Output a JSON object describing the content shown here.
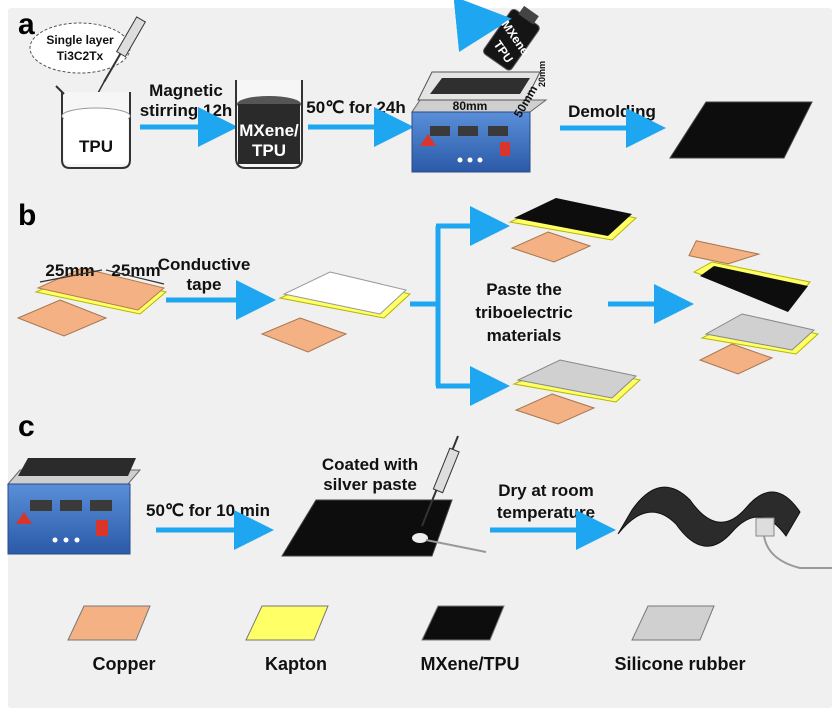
{
  "sections": {
    "a": "a",
    "b": "b",
    "c": "c"
  },
  "row_a": {
    "bubble_line1": "Single layer",
    "bubble_line2": "Ti3C2Tx",
    "beaker1": "TPU",
    "step1_line1": "Magnetic",
    "step1_line2": "stirring 12h",
    "beaker2_line1": "MXene/",
    "beaker2_line2": "TPU",
    "step2": "50℃ for 24h",
    "dim_width": "80mm",
    "dim_depth": "50mm",
    "dim_height": "20mm",
    "bottle_line1": "MXene",
    "bottle_line2": "TPU",
    "step3": "Demolding"
  },
  "row_b": {
    "dim1": "25mm",
    "dim2": "25mm",
    "step1_line1": "Conductive",
    "step1_line2": "tape",
    "step2_line1": "Paste the",
    "step2_line2": "triboelectric",
    "step2_line3": "materials"
  },
  "row_c": {
    "step1": "50℃ for 10 min",
    "step2_line1": "Coated with",
    "step2_line2": "silver paste",
    "step3_line1": "Dry at room",
    "step3_line2": "temperature"
  },
  "legend": [
    {
      "label": "Copper",
      "color": "#f4b183"
    },
    {
      "label": "Kapton",
      "color": "#ffff66"
    },
    {
      "label": "MXene/TPU",
      "color": "#0d0d0d"
    },
    {
      "label": "Silicone rubber",
      "color": "#d0d0d0"
    }
  ],
  "colors": {
    "arrow": "#1ea7f0",
    "copper": "#f4b183",
    "kapton": "#ffff66",
    "mxene": "#0d0d0d",
    "silicone": "#d0d0d0",
    "heater": "#3d72c4"
  }
}
